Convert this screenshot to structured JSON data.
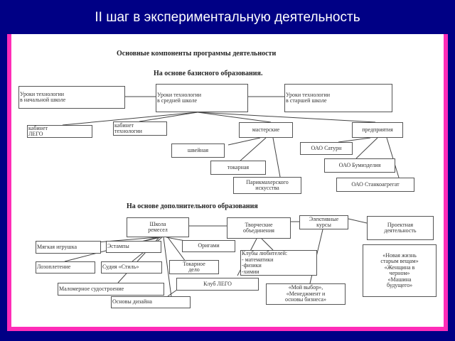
{
  "slide_title": "II шаг в экспериментальную деятельность",
  "diagram": {
    "main_heading": "Основные компоненты программы деятельности",
    "section1_heading": "На основе базисного образования.",
    "section2_heading": "На основе дополнительного образования",
    "nodes": {
      "primary": "Уроки технологии\nв начальной школе",
      "middle": "Уроки технологии\nв средней школе",
      "senior": "Уроки технологии\nв старшей школе",
      "lego_cabinet": "кабинет\nЛЕГО",
      "tech_cabinet": "кабинет\nтехнологии",
      "workshops": "мастерские",
      "enterprises": "предприятия",
      "sewing": "швейная",
      "turning": "токарная",
      "hairdressing": "Парикмахерского\nискусства",
      "saturn": "ОАО Сатурн",
      "bumizdeliya": "ОАО Бумизделия",
      "stankoagregat": "ОАО Станкоагрегат",
      "crafts_school": "Школа\nремесел",
      "creative": "Творческие\nобъединения",
      "electives": "Элективные\nкурсы",
      "project": "Проектная\nдеятельность",
      "soft_toy": "Мягкая игрушка",
      "stamps": "Эстампы",
      "origami": "Оригами",
      "clubs": "Клубы любителей:\n- математики\n-физики\n-химии",
      "weaving": "Лозоплетение",
      "ship_court": "Судия «Стиль»",
      "turning_craft": "Токарное\nдело",
      "ship_model": "Маломерное судостроение",
      "lego_club": "Клуб ЛЕГО",
      "design": "Основы дизайна",
      "my_choice": "«Мой выбор»,\n«Менеджмент и\nосновы бизнеса»",
      "projects": "«Новая жизнь\nстарым вещам»\n«Женщина в\nчерном»\n«Машина\nбудущего»"
    }
  }
}
